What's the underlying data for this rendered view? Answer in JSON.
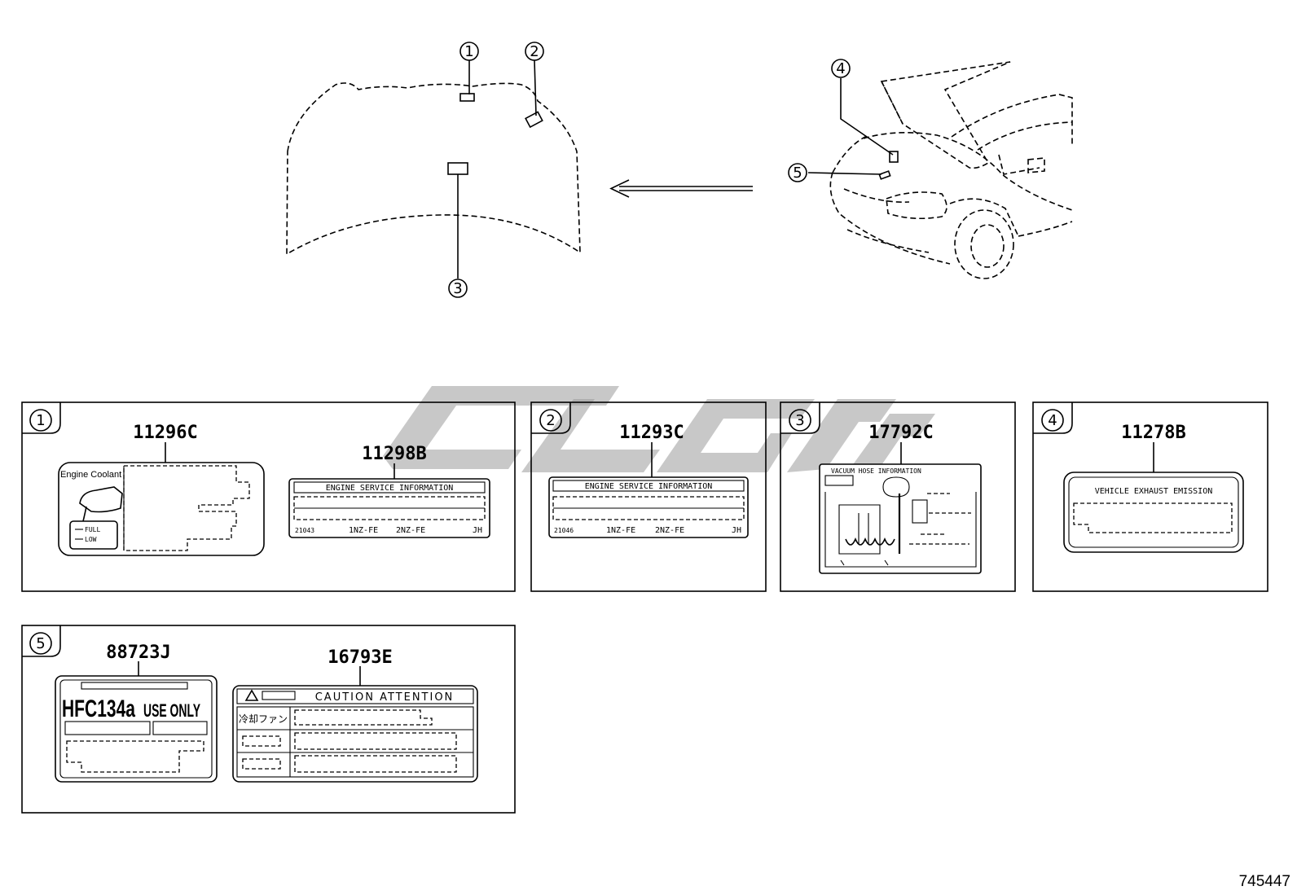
{
  "callouts": [
    "1",
    "2",
    "3",
    "4",
    "5"
  ],
  "panels": [
    {
      "number": "1",
      "labels": [
        {
          "part": "11296C",
          "title": "Engine Coolant",
          "gauge": [
            "FULL",
            "LOW"
          ]
        },
        {
          "part": "11298B",
          "title": "ENGINE SERVICE INFORMATION",
          "footer": [
            "21043",
            "1NZ-FE",
            "2NZ-FE",
            "JH"
          ]
        }
      ]
    },
    {
      "number": "2",
      "labels": [
        {
          "part": "11293C",
          "title": "ENGINE SERVICE INFORMATION",
          "footer": [
            "21046",
            "1NZ-FE",
            "2NZ-FE",
            "JH"
          ]
        }
      ]
    },
    {
      "number": "3",
      "labels": [
        {
          "part": "17792C",
          "title": "VACUUM HOSE INFORMATION"
        }
      ]
    },
    {
      "number": "4",
      "labels": [
        {
          "part": "11278B",
          "title": "VEHICLE EXHAUST EMISSION"
        }
      ]
    },
    {
      "number": "5",
      "labels": [
        {
          "part": "88723J",
          "title_a": "HFC134a",
          "title_b": "USE ONLY"
        },
        {
          "part": "16793E",
          "title": "CAUTION  ATTENTION",
          "row_label": "冷却ファン"
        }
      ]
    }
  ],
  "figure_ref": "745447"
}
